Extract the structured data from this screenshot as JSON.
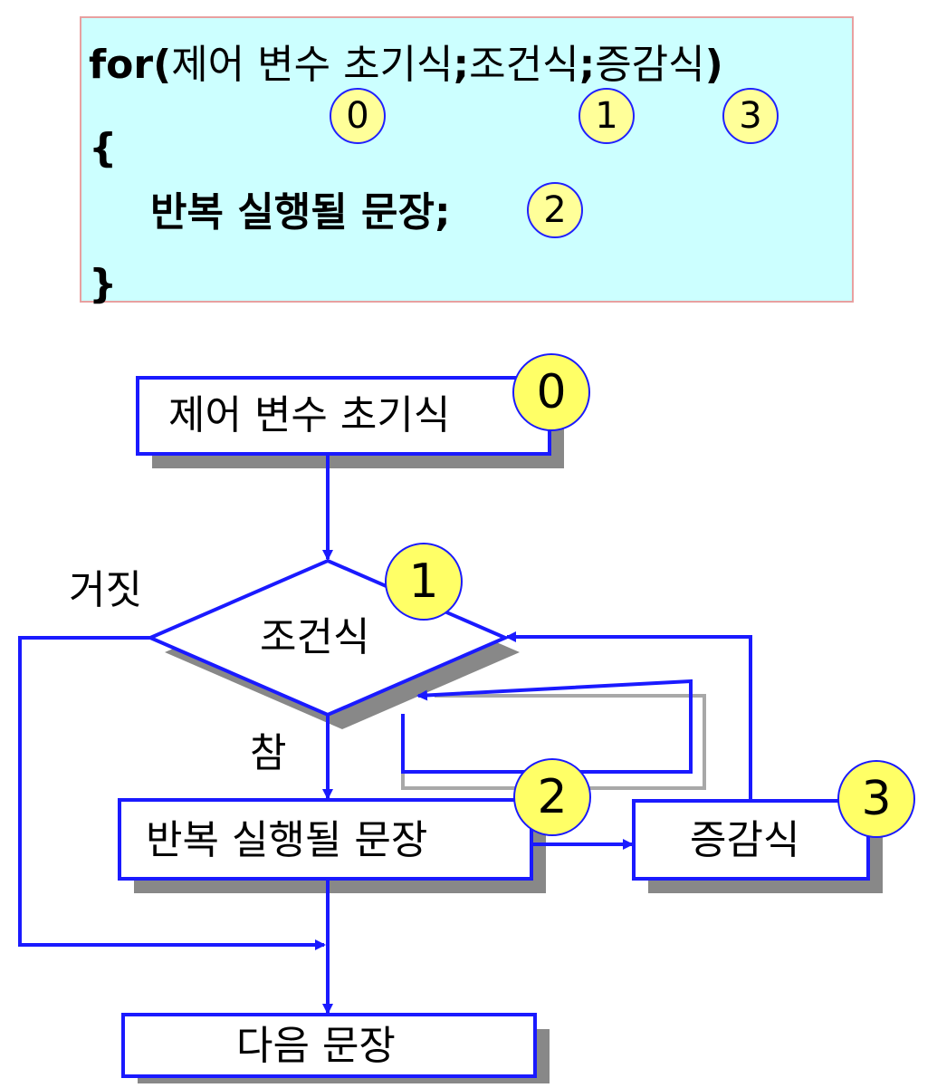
{
  "code": {
    "for_keyword": "for(",
    "init": "제어 변수 초기식",
    "sep1": ";",
    "condition": "조건식",
    "sep2": ";",
    "increment": "증감식",
    "close_paren": ")",
    "open_brace": "{",
    "body": "반복 실행될 문장",
    "body_semicolon": ";",
    "close_brace": "}",
    "markers": {
      "init": "0",
      "condition": "1",
      "body": "2",
      "increment": "3"
    }
  },
  "flowchart": {
    "init_box": "제어 변수 초기식",
    "condition": "조건식",
    "false_label": "거짓",
    "true_label": "참",
    "body_box": "반복 실행될 문장",
    "increment_box": "증감식",
    "next_box": "다음 문장",
    "markers": {
      "init": "0",
      "condition": "1",
      "body": "2",
      "increment": "3"
    }
  },
  "colors": {
    "code_bg": "#ccffff",
    "code_border": "#e8a0a0",
    "line": "#1a1aff",
    "shadow": "#888888",
    "badge_fill": "#ffff66"
  }
}
